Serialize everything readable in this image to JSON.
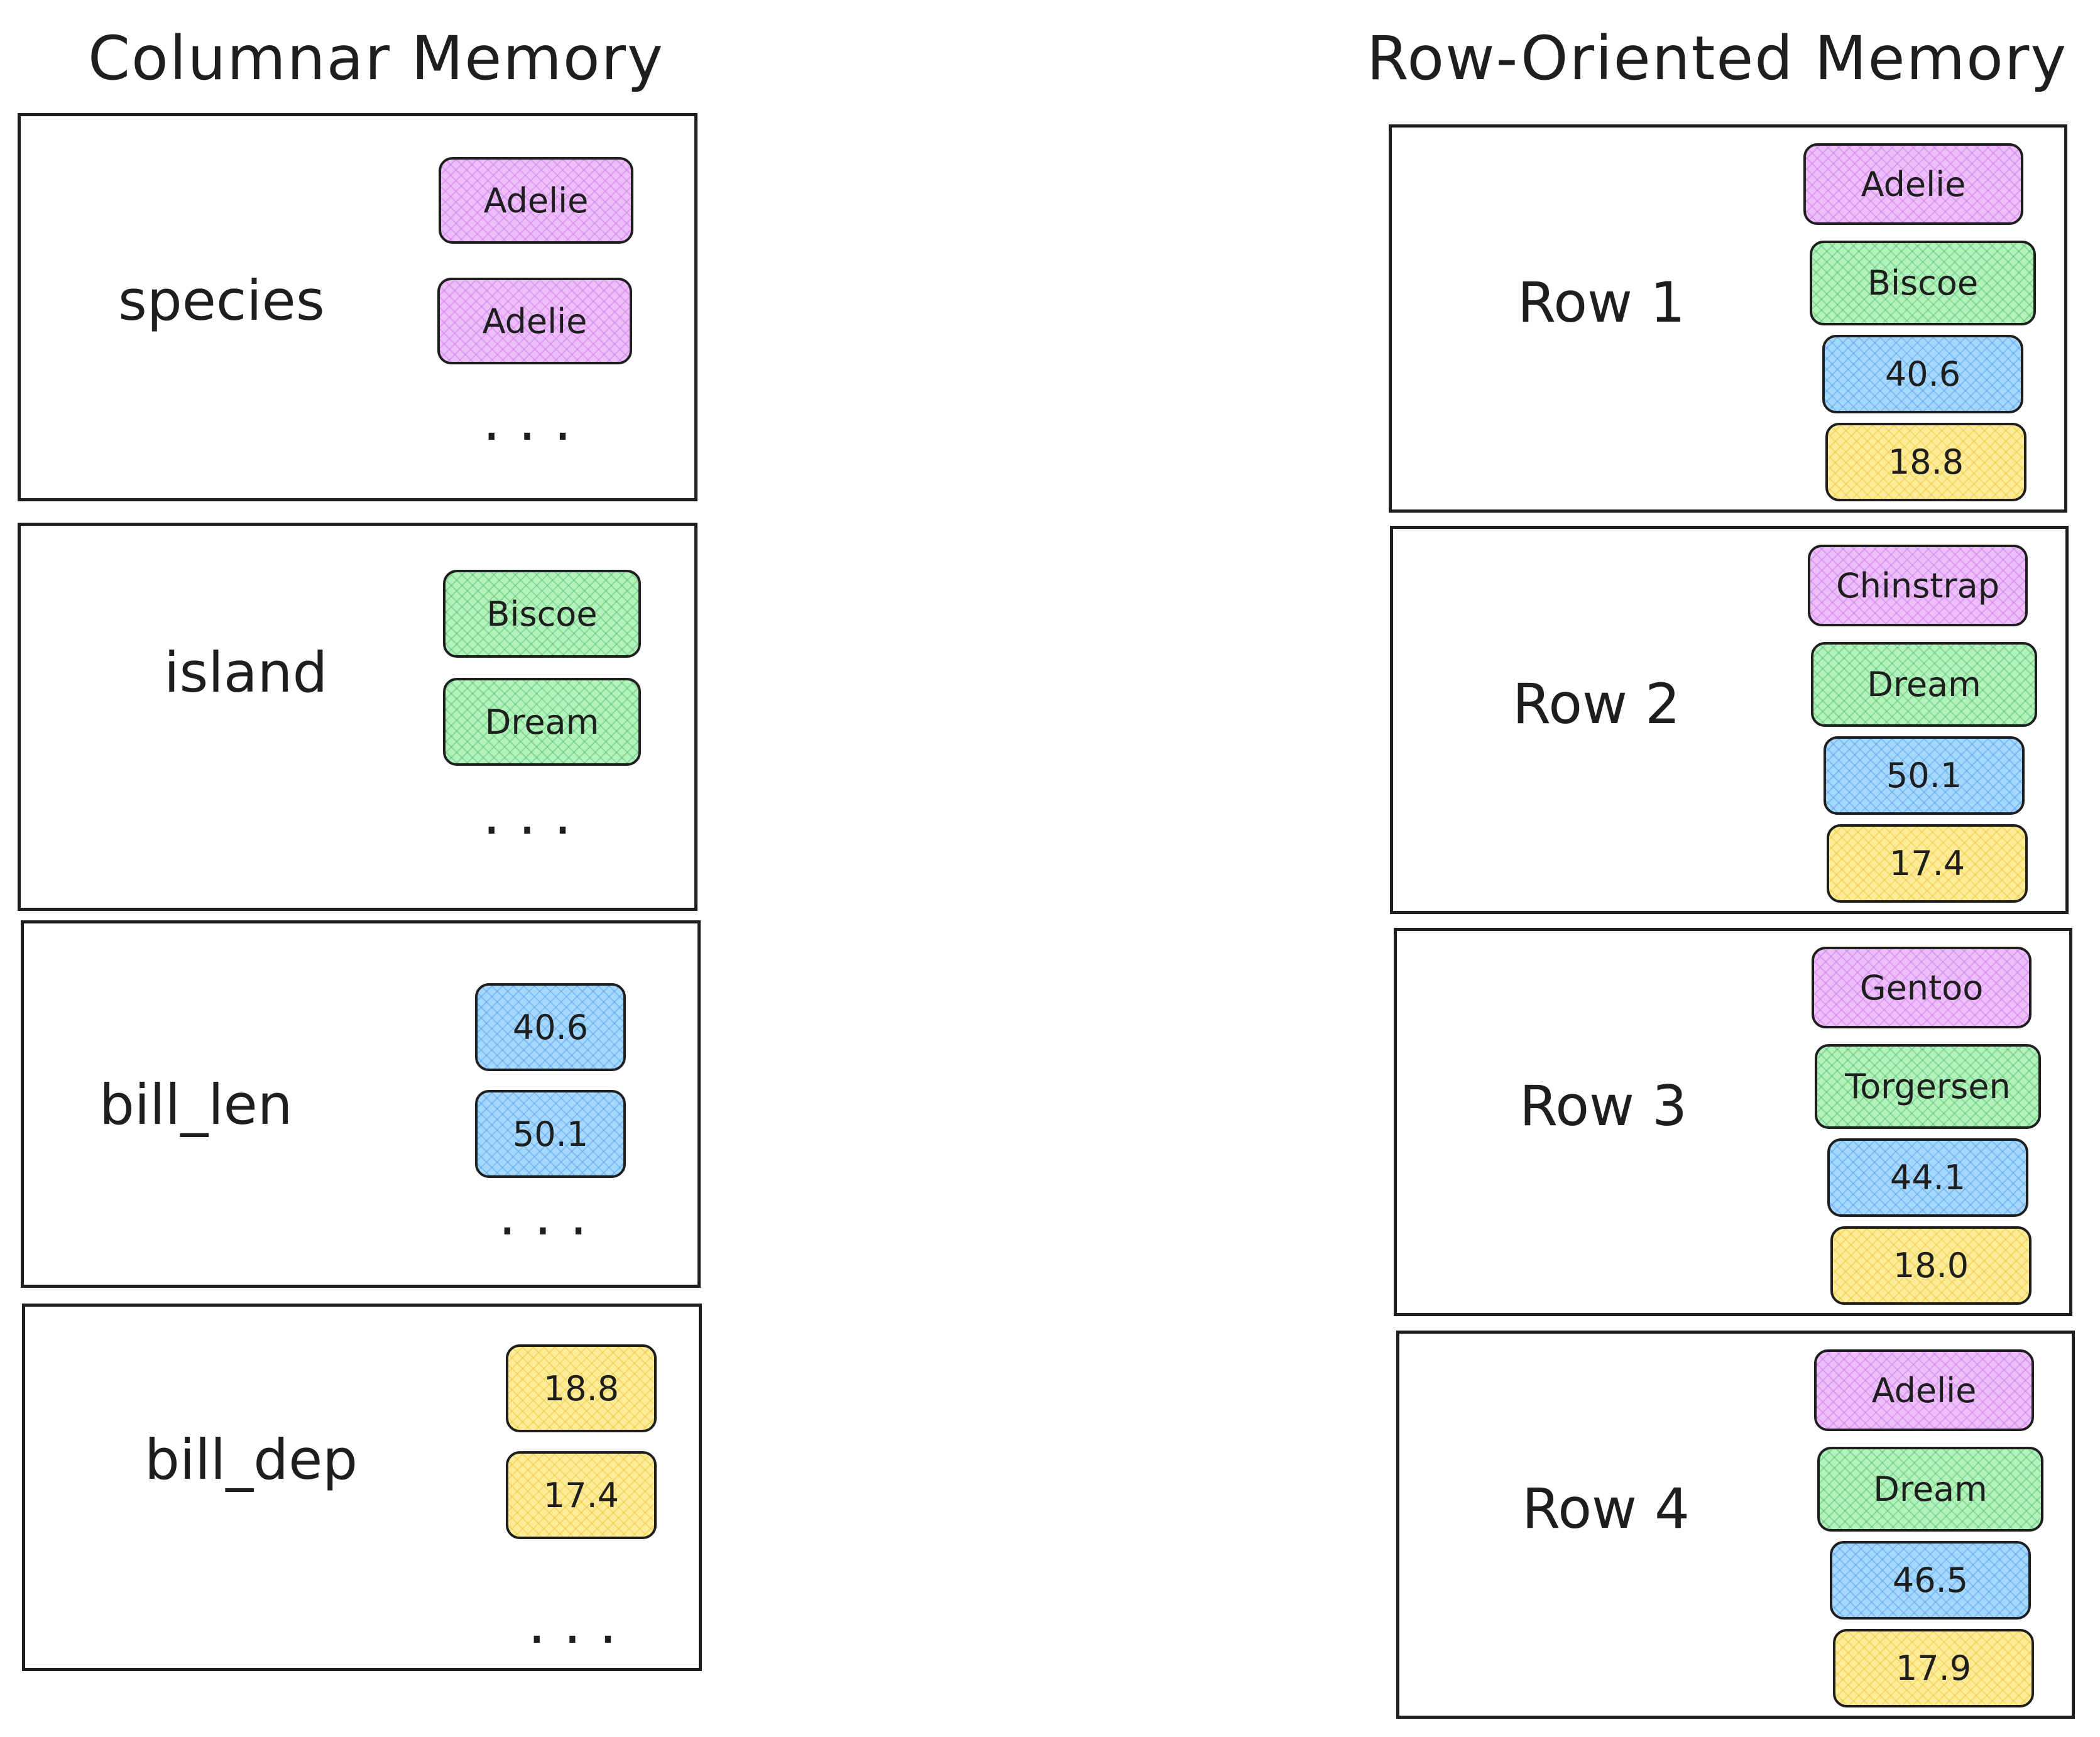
{
  "colors": {
    "species": "#eebefa",
    "island": "#b2f2bb",
    "bill_len": "#a5d8ff",
    "bill_dep": "#ffec99",
    "stroke": "#1e1e1e"
  },
  "columnar": {
    "title": "Columnar Memory",
    "columns": [
      {
        "label": "species",
        "values": [
          "Adelie",
          "Adelie"
        ],
        "ellipsis": "..."
      },
      {
        "label": "island",
        "values": [
          "Biscoe",
          "Dream"
        ],
        "ellipsis": "..."
      },
      {
        "label": "bill_len",
        "values": [
          "40.6",
          "50.1"
        ],
        "ellipsis": "..."
      },
      {
        "label": "bill_dep",
        "values": [
          "18.8",
          "17.4"
        ],
        "ellipsis": "..."
      }
    ]
  },
  "row_oriented": {
    "title": "Row-Oriented Memory",
    "rows": [
      {
        "label": "Row 1",
        "values": [
          "Adelie",
          "Biscoe",
          "40.6",
          "18.8"
        ]
      },
      {
        "label": "Row 2",
        "values": [
          "Chinstrap",
          "Dream",
          "50.1",
          "17.4"
        ]
      },
      {
        "label": "Row 3",
        "values": [
          "Gentoo",
          "Torgersen",
          "44.1",
          "18.0"
        ]
      },
      {
        "label": "Row 4",
        "values": [
          "Adelie",
          "Dream",
          "46.5",
          "17.9"
        ]
      }
    ]
  }
}
